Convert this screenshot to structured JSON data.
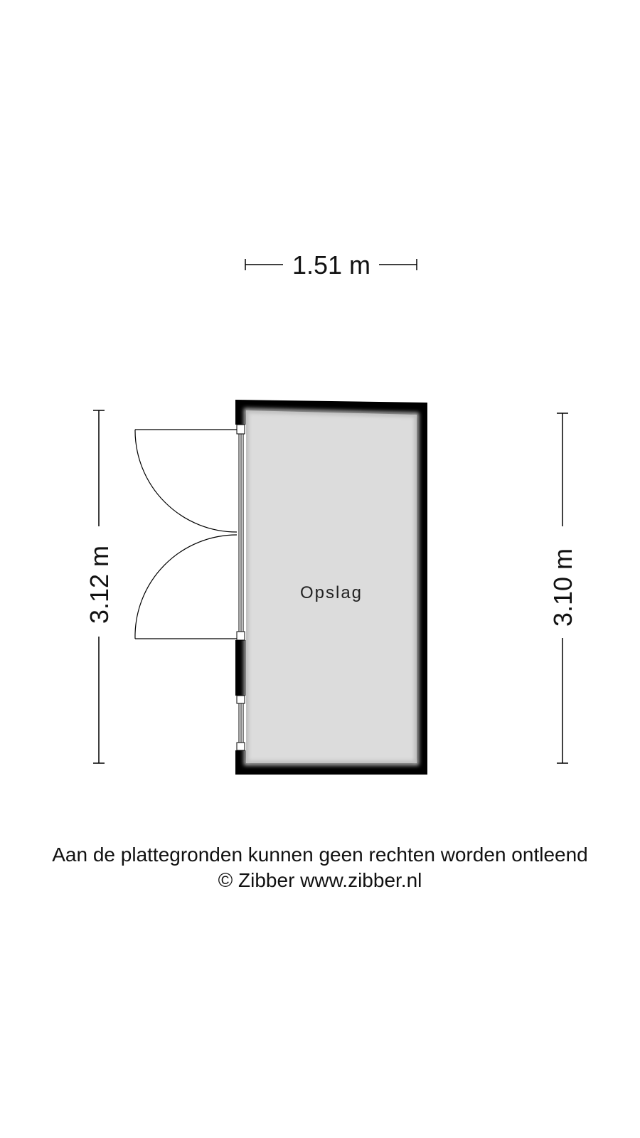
{
  "floorplan": {
    "room_name": "Opslag",
    "colors": {
      "wall": "#000000",
      "floor": "#dcdcdc",
      "line": "#000000",
      "background": "#ffffff"
    },
    "dimensions": {
      "top": "1.51 m",
      "left": "3.12 m",
      "right": "3.10 m"
    }
  },
  "footer": {
    "disclaimer": "Aan de plattegronden kunnen geen rechten worden ontleend",
    "copyright": "© Zibber www.zibber.nl"
  }
}
